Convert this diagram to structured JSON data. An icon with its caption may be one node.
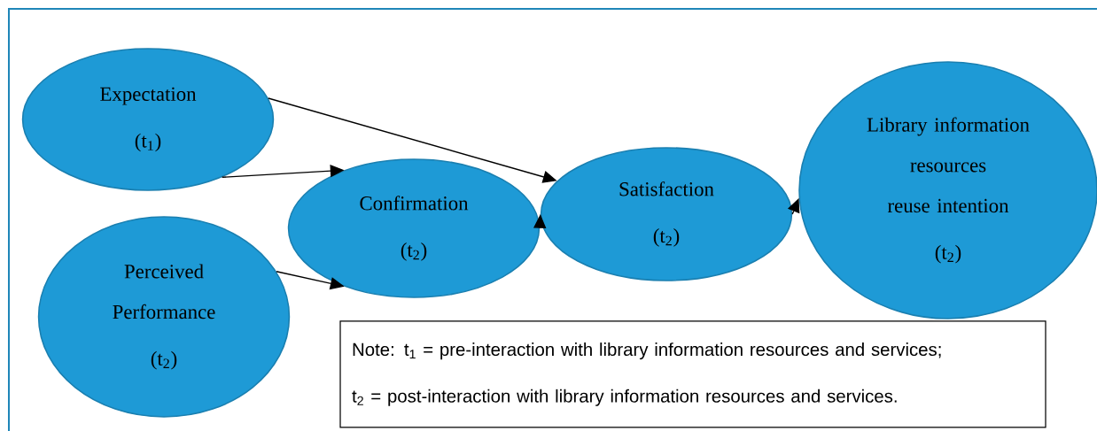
{
  "diagram": {
    "nodes": [
      {
        "text": [
          "Expectation",
          "(t$_{1}$)"
        ]
      },
      {
        "text": [
          "Perceived Performance",
          "(t$_{2}$)"
        ]
      },
      {
        "text": [
          "Confirmation",
          "(t$_{2}$)"
        ]
      },
      {
        "text": [
          "Satisfaction",
          "(t$_{2}$)"
        ]
      },
      {
        "text": [
          "Library information resources reuse intention",
          "(t$_{2}$)"
        ]
      },
      {
        "text": [
          "Note: t$_{1}$ = pre-interaction with library information resources and services;",
          "t$_{2}$ = post-interaction with library information resources and services."
        ]
      }
    ],
    "edges": [
      {
        "from": 0,
        "to": 2,
        "arrow": "to"
      },
      {
        "from": 0,
        "to": 3,
        "arrow": "to"
      },
      {
        "from": 1,
        "to": 2,
        "arrow": "to"
      },
      {
        "from": 2,
        "to": 3,
        "arrow": "to"
      },
      {
        "from": 3,
        "to": 4,
        "arrow": "to"
      }
    ]
  }
}
